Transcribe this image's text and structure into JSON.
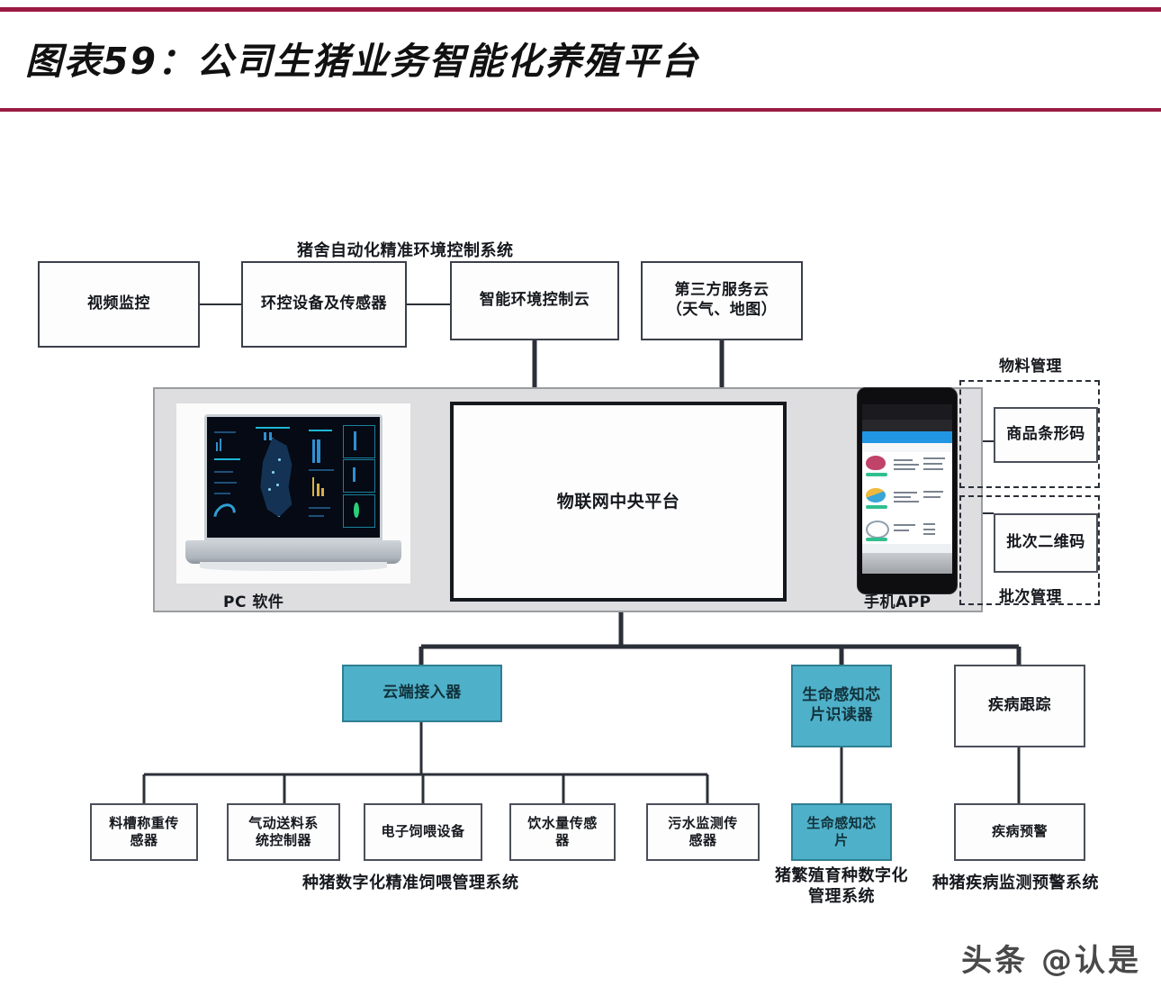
{
  "header": {
    "title": "图表59：公司生猪业务智能化养殖平台",
    "rule_color": "#9b1b42"
  },
  "palette": {
    "blue_node": "#4fb0c9",
    "gray_panel": "#dedee0",
    "node_border": "#3a3f4a",
    "text": "#15181d"
  },
  "diagram": {
    "group_labels": {
      "env_control_system": "猪舍自动化精准环境控制系统",
      "material_management": "物料管理",
      "batch_management": "批次管理",
      "feeding_system": "种猪数字化精准饲喂管理系统",
      "breeding_system": "猪繁殖育种数字化管理系统",
      "disease_system": "种猪疾病监测预警系统"
    },
    "top_row": [
      {
        "id": "video-monitor",
        "label": "视频监控"
      },
      {
        "id": "env-device-sensor",
        "label": "环控设备及传感器"
      },
      {
        "id": "smart-env-cloud",
        "label": "智能环境控制云"
      },
      {
        "id": "third-party-cloud",
        "label": "第三方服务云\n（天气、地图）"
      }
    ],
    "platform": {
      "center_label": "物联网中央平台",
      "pc_caption": "PC 软件",
      "app_caption": "手机APP"
    },
    "right_nodes": [
      {
        "id": "product-barcode",
        "label": "商品条形码"
      },
      {
        "id": "batch-qrcode",
        "label": "批次二维码"
      }
    ],
    "mid_row": [
      {
        "id": "cloud-access-unit",
        "label": "云端接入器",
        "accent": true
      },
      {
        "id": "life-chip-reader",
        "label": "生命感知芯\n片识读器",
        "accent": true
      },
      {
        "id": "disease-tracking",
        "label": "疾病跟踪",
        "accent": false
      }
    ],
    "bottom_row": [
      {
        "id": "trough-weight-sensor",
        "label": "料槽称重传\n感器",
        "accent": false
      },
      {
        "id": "pneumatic-feed-controller",
        "label": "气动送料系\n统控制器",
        "accent": false
      },
      {
        "id": "electronic-feeder",
        "label": "电子饲喂设备",
        "accent": false
      },
      {
        "id": "water-intake-sensor",
        "label": "饮水量传感\n器",
        "accent": false
      },
      {
        "id": "sewage-monitor-sensor",
        "label": "污水监测传\n感器",
        "accent": false
      },
      {
        "id": "life-sensing-chip",
        "label": "生命感知芯\n片",
        "accent": true
      },
      {
        "id": "disease-alert",
        "label": "疾病预警",
        "accent": false
      }
    ]
  },
  "watermark": {
    "text": "头条 @认是"
  }
}
